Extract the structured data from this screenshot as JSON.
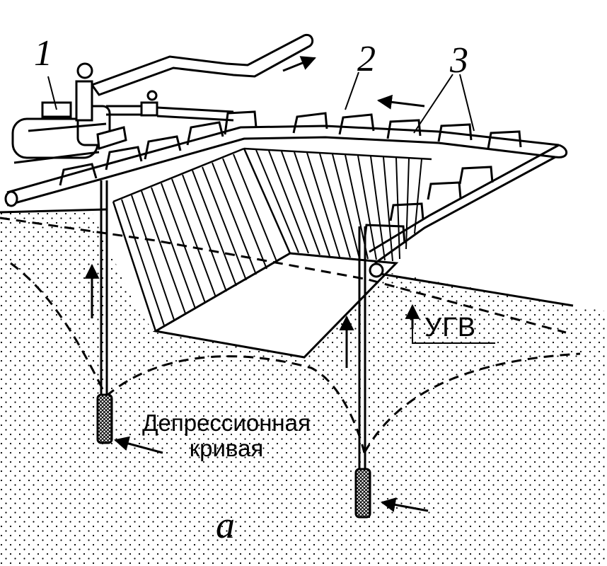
{
  "labels": {
    "pump_unit": "1",
    "collector": "2",
    "wellpoints": "3",
    "groundwater_level": "УГВ",
    "depression_curve_line1": "Депрессионная",
    "depression_curve_line2": "кривая",
    "figure_letter": "а"
  },
  "colors": {
    "ink": "#000000",
    "paper": "#ffffff"
  },
  "icons": {
    "flow_arrow": "arrow-icon",
    "filter": "filter-icon",
    "pump": "pump-icon"
  }
}
